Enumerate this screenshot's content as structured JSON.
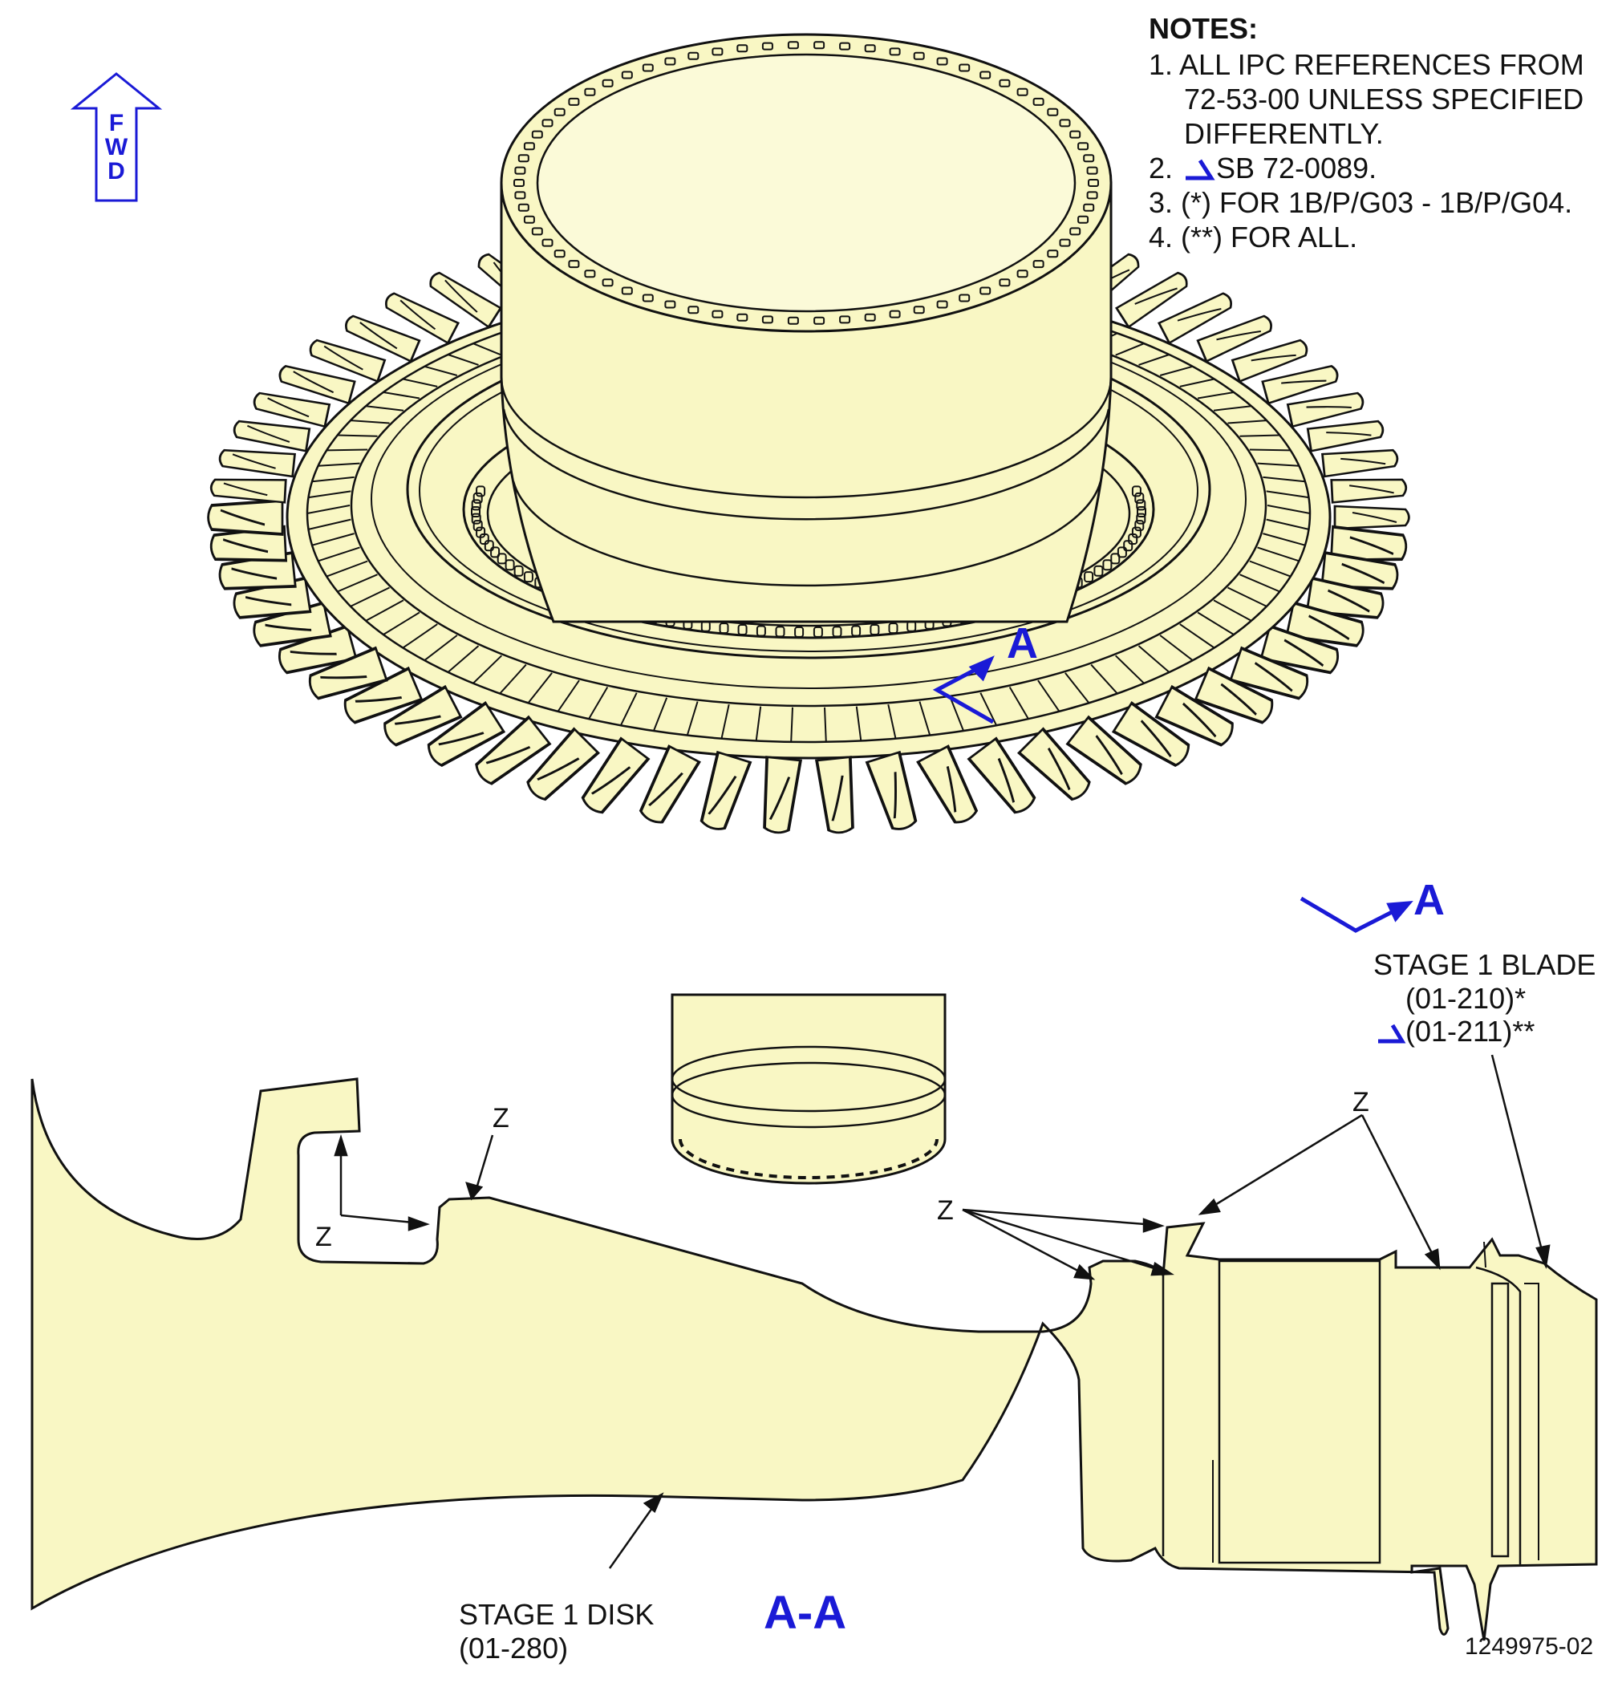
{
  "colors": {
    "part_fill": "#f9f7c4",
    "line": "#111111",
    "callout_blue": "#1a1ad6",
    "background": "#ffffff"
  },
  "fwd_arrow": {
    "letters": [
      "F",
      "W",
      "D"
    ]
  },
  "notes": {
    "title": "NOTES:",
    "lines": [
      "1. ALL IPC REFERENCES FROM",
      "72-53-00 UNLESS SPECIFIED",
      "DIFFERENTLY.",
      "2.",
      "SB 72-0089.",
      "3.  (*) FOR 1B/P/G03 - 1B/P/G04.",
      "4. (**) FOR ALL."
    ]
  },
  "section_markers": {
    "letter": "A",
    "view_title": "A-A"
  },
  "callouts": {
    "blade_label": "STAGE 1 BLADE",
    "blade_ref_1": "(01-210)*",
    "blade_ref_2": "(01-211)**",
    "disk_label": "STAGE 1 DISK",
    "disk_ref": "(01-280)",
    "z": "Z"
  },
  "drawing_number": "1249975-02"
}
